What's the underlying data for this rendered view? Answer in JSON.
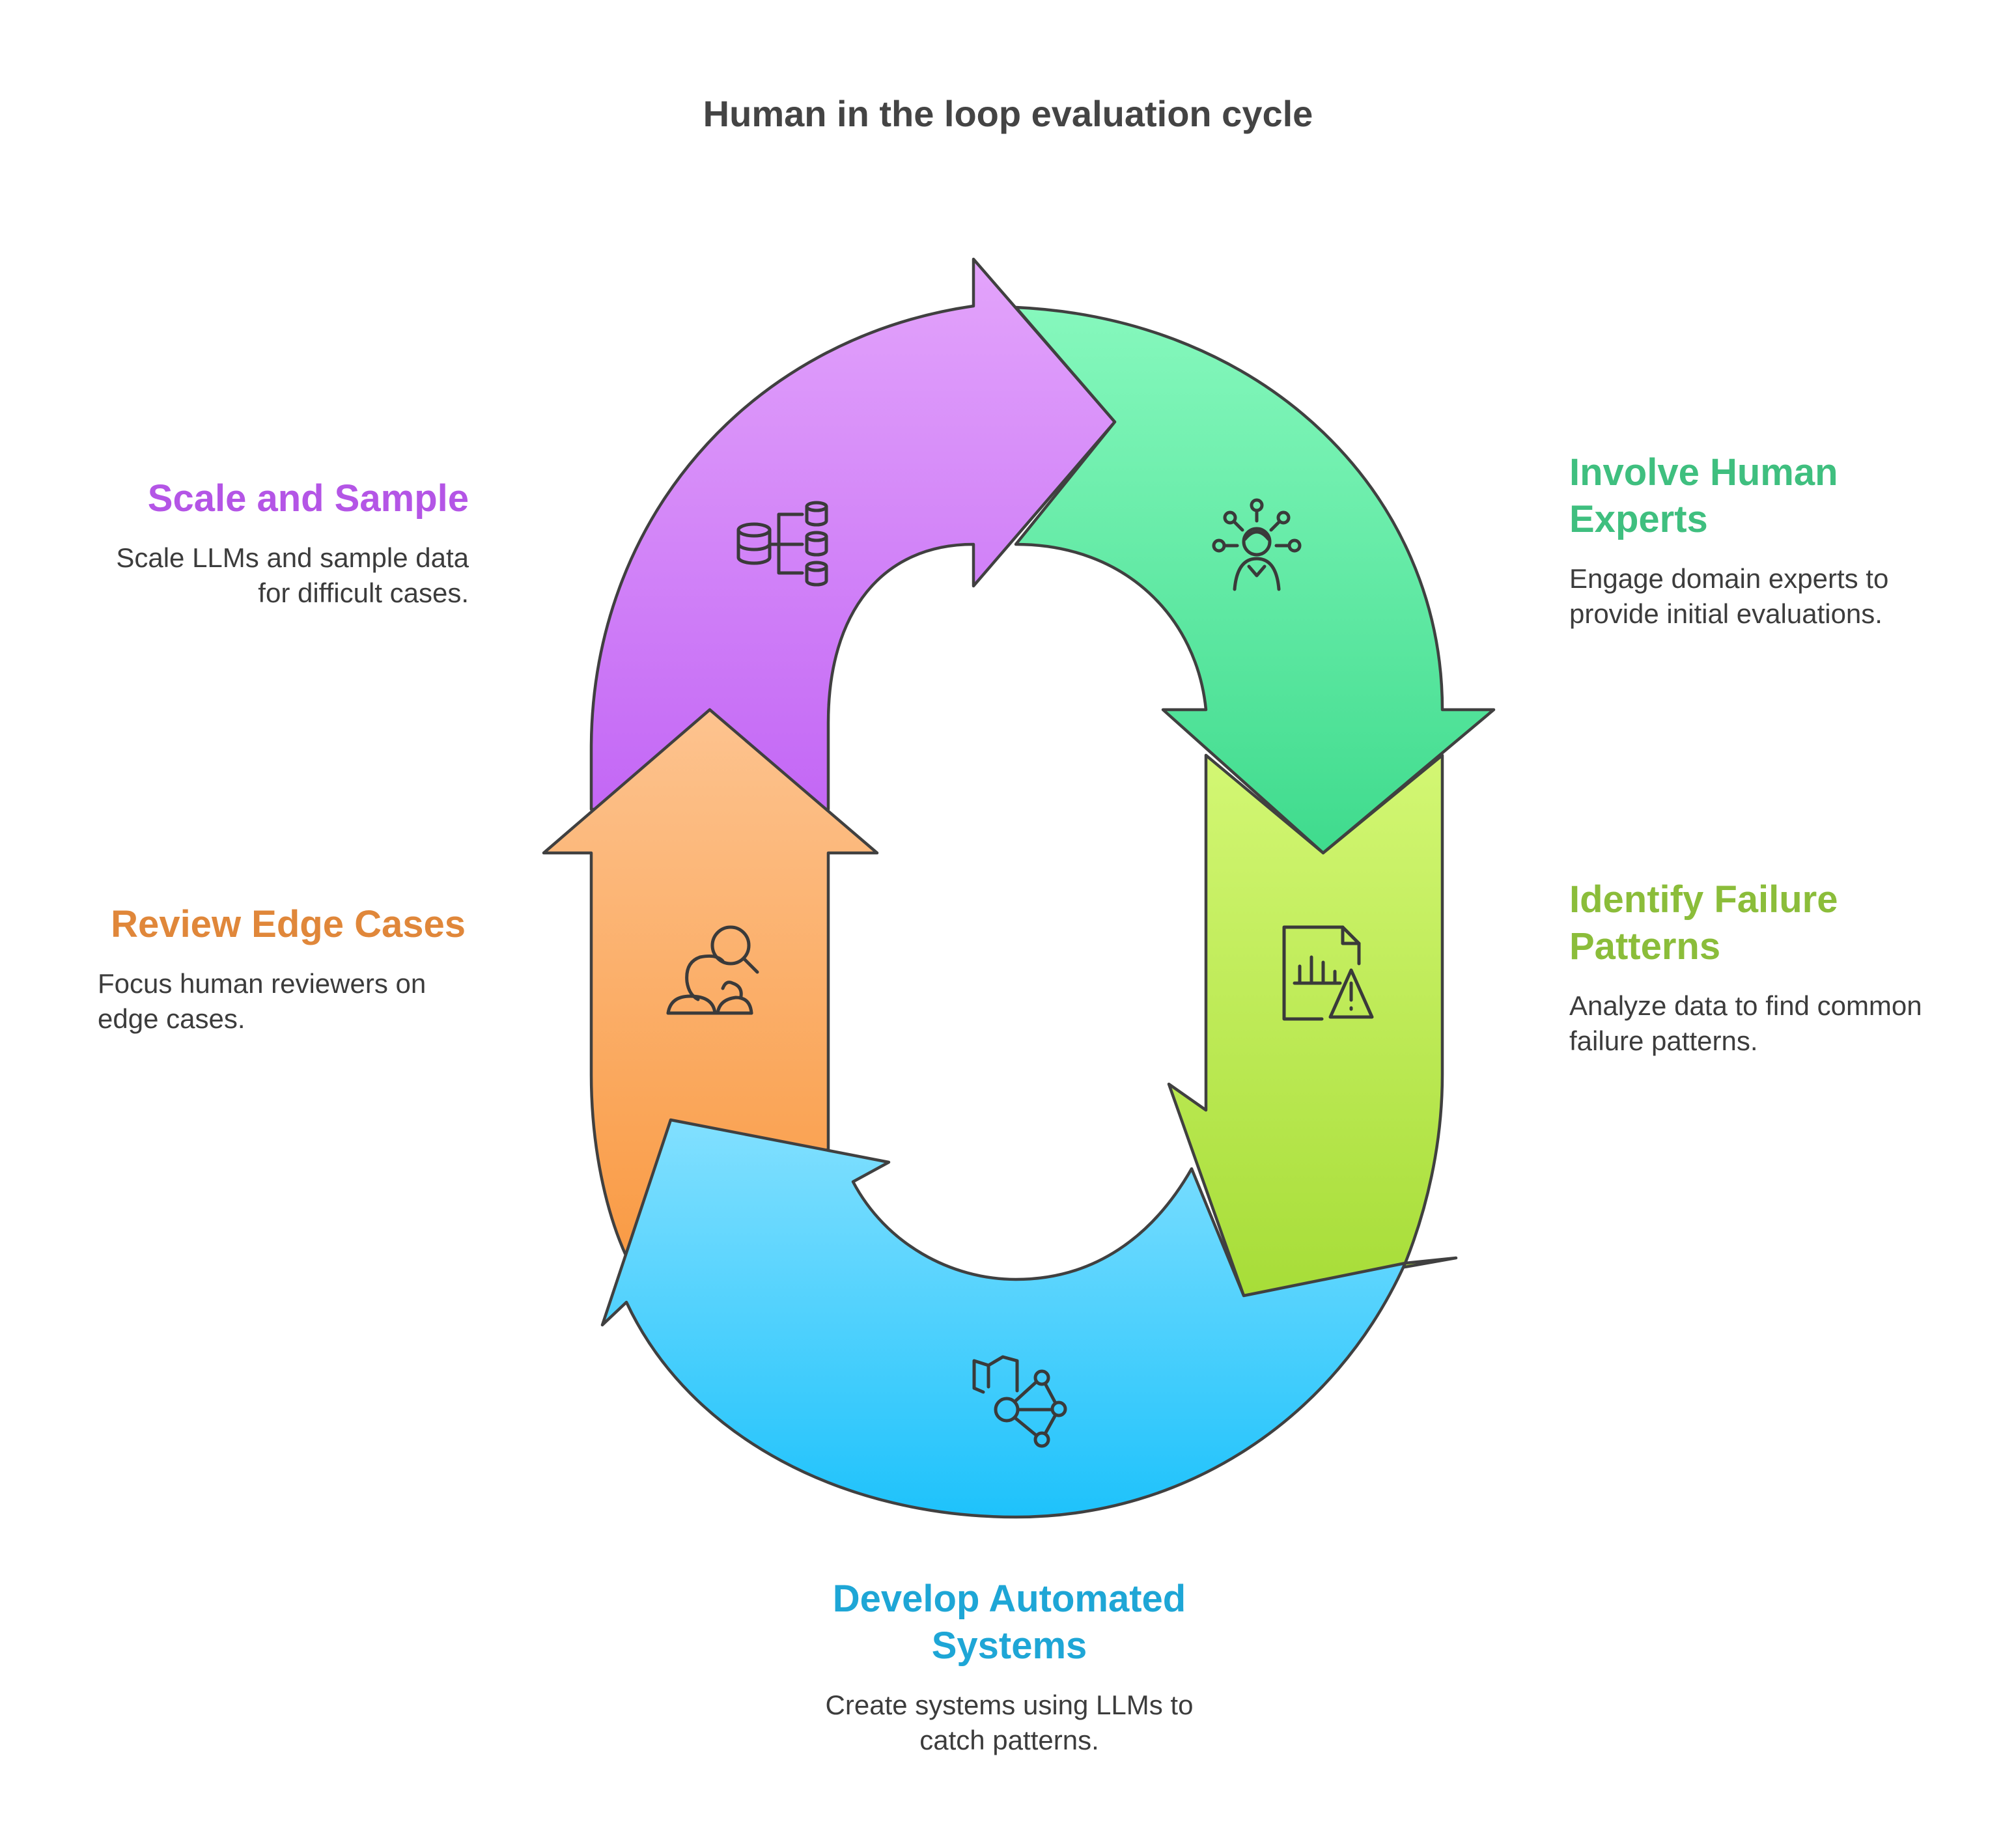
{
  "title": "Human in the loop evaluation cycle",
  "steps": [
    {
      "id": "scale",
      "title": "Scale and Sample",
      "description": "Scale LLMs and sample data for difficult cases.",
      "color": "#b455e6",
      "icon": "database-stack-icon"
    },
    {
      "id": "involve",
      "title": "Involve Human Experts",
      "description": "Engage domain experts to provide initial evaluations.",
      "color": "#3fbf7f",
      "icon": "expert-network-icon"
    },
    {
      "id": "identify",
      "title": "Identify Failure Patterns",
      "description": "Analyze data to find common failure patterns.",
      "color": "#8bbd3a",
      "icon": "report-warning-icon"
    },
    {
      "id": "develop",
      "title": "Develop Automated Systems",
      "description": "Create systems using LLMs to catch patterns.",
      "color": "#1ea6d6",
      "icon": "book-network-icon"
    },
    {
      "id": "review",
      "title": "Review Edge Cases",
      "description": "Focus human reviewers on edge cases.",
      "color": "#e0873a",
      "icon": "people-search-icon"
    }
  ]
}
